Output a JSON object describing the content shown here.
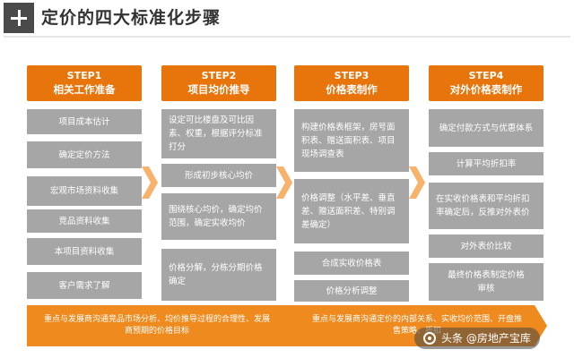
{
  "title": "定价的四大标准化步骤",
  "steps": [
    {
      "label": "STEP1",
      "title": "相关工作准备",
      "items": [
        "项目成本估计",
        "确定定价方法",
        "宏观市场资料收集",
        "竞品资料收集",
        "本项目资料收集",
        "客户需求了解"
      ]
    },
    {
      "label": "STEP2",
      "title": "项目均价推导",
      "items": [
        "设定可比楼盘及可比因素、权重，根据评分标准打分",
        "形成初步核心均价",
        "围绕核心均价，确定均价范围，确定实收均价",
        "价格分解，分栋分期价格确定"
      ]
    },
    {
      "label": "STEP3",
      "title": "价格表制作",
      "items": [
        "构建价格表框架，房号面积表、赠送面积表、项目现场调查表",
        "价格调整（水平差、垂直差、赠送面积差、特别调差确定）",
        "合成实收价格表",
        "价格分析调整"
      ]
    },
    {
      "label": "STEP4",
      "title": "对外价格表制作",
      "items": [
        "确定付款方式与优惠体系",
        "计算平均折扣率",
        "在实收价格表和平均折扣率确定后，反推对外表价",
        "对外表价比较",
        "最终价格表制定价格审核"
      ]
    }
  ],
  "bottom": [
    "重点与发展商沟通竞品市场分析、均价推导过程的合理性、发展 商预期的价格目标",
    "重点与发展商沟通定价的内部关系、实收均价范围、开盘推售策略、折扣"
  ],
  "watermark": "头条 @房地产宝库",
  "colors": {
    "accent": "#e8740c",
    "box": "#a6a6a6",
    "bar": "#ee8a1e",
    "arrow": "#f7b36b"
  }
}
